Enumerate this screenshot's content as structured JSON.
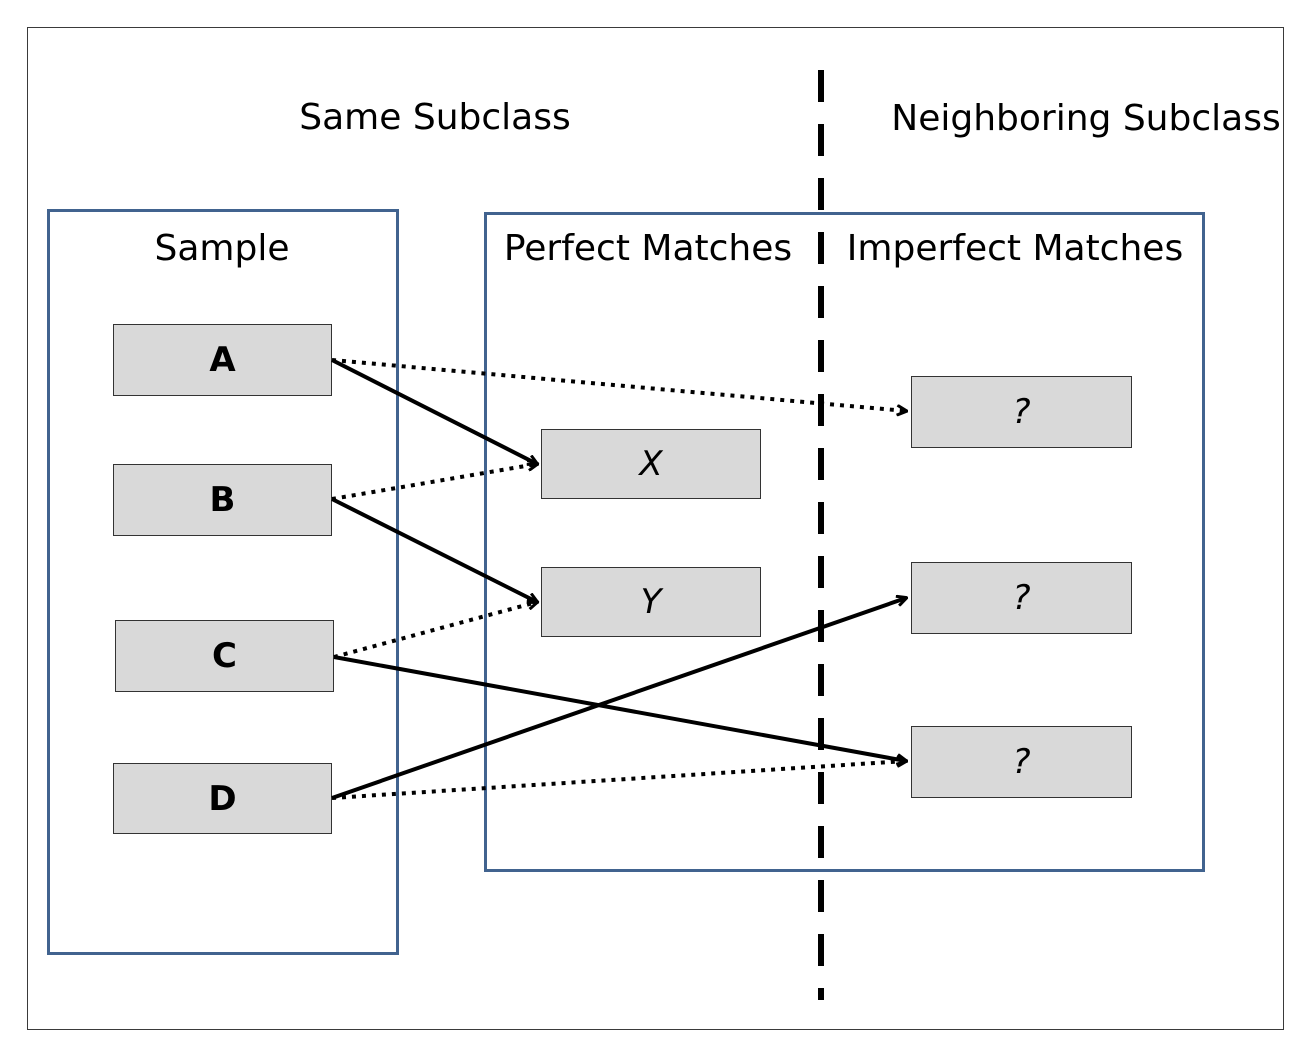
{
  "headers": {
    "same_subclass": "Same Subclass",
    "neighboring_subclass": "Neighboring Subclass"
  },
  "groups": {
    "sample": "Sample",
    "perfect_matches": "Perfect Matches",
    "imperfect_matches": "Imperfect Matches"
  },
  "nodes": {
    "sample": [
      "A",
      "B",
      "C",
      "D"
    ],
    "perfect": [
      "X",
      "Y"
    ],
    "imperfect": [
      "?",
      "?",
      "?"
    ]
  },
  "edges": [
    {
      "from": "A",
      "to": "X",
      "style": "solid"
    },
    {
      "from": "A",
      "to": "imperfect-1",
      "style": "dotted"
    },
    {
      "from": "B",
      "to": "X",
      "style": "dotted"
    },
    {
      "from": "B",
      "to": "Y",
      "style": "solid"
    },
    {
      "from": "C",
      "to": "Y",
      "style": "dotted"
    },
    {
      "from": "C",
      "to": "imperfect-3",
      "style": "solid"
    },
    {
      "from": "D",
      "to": "imperfect-2",
      "style": "solid"
    },
    {
      "from": "D",
      "to": "imperfect-3",
      "style": "dotted"
    }
  ],
  "colors": {
    "group_border": "#41638f",
    "node_fill": "#d9d9d9"
  }
}
